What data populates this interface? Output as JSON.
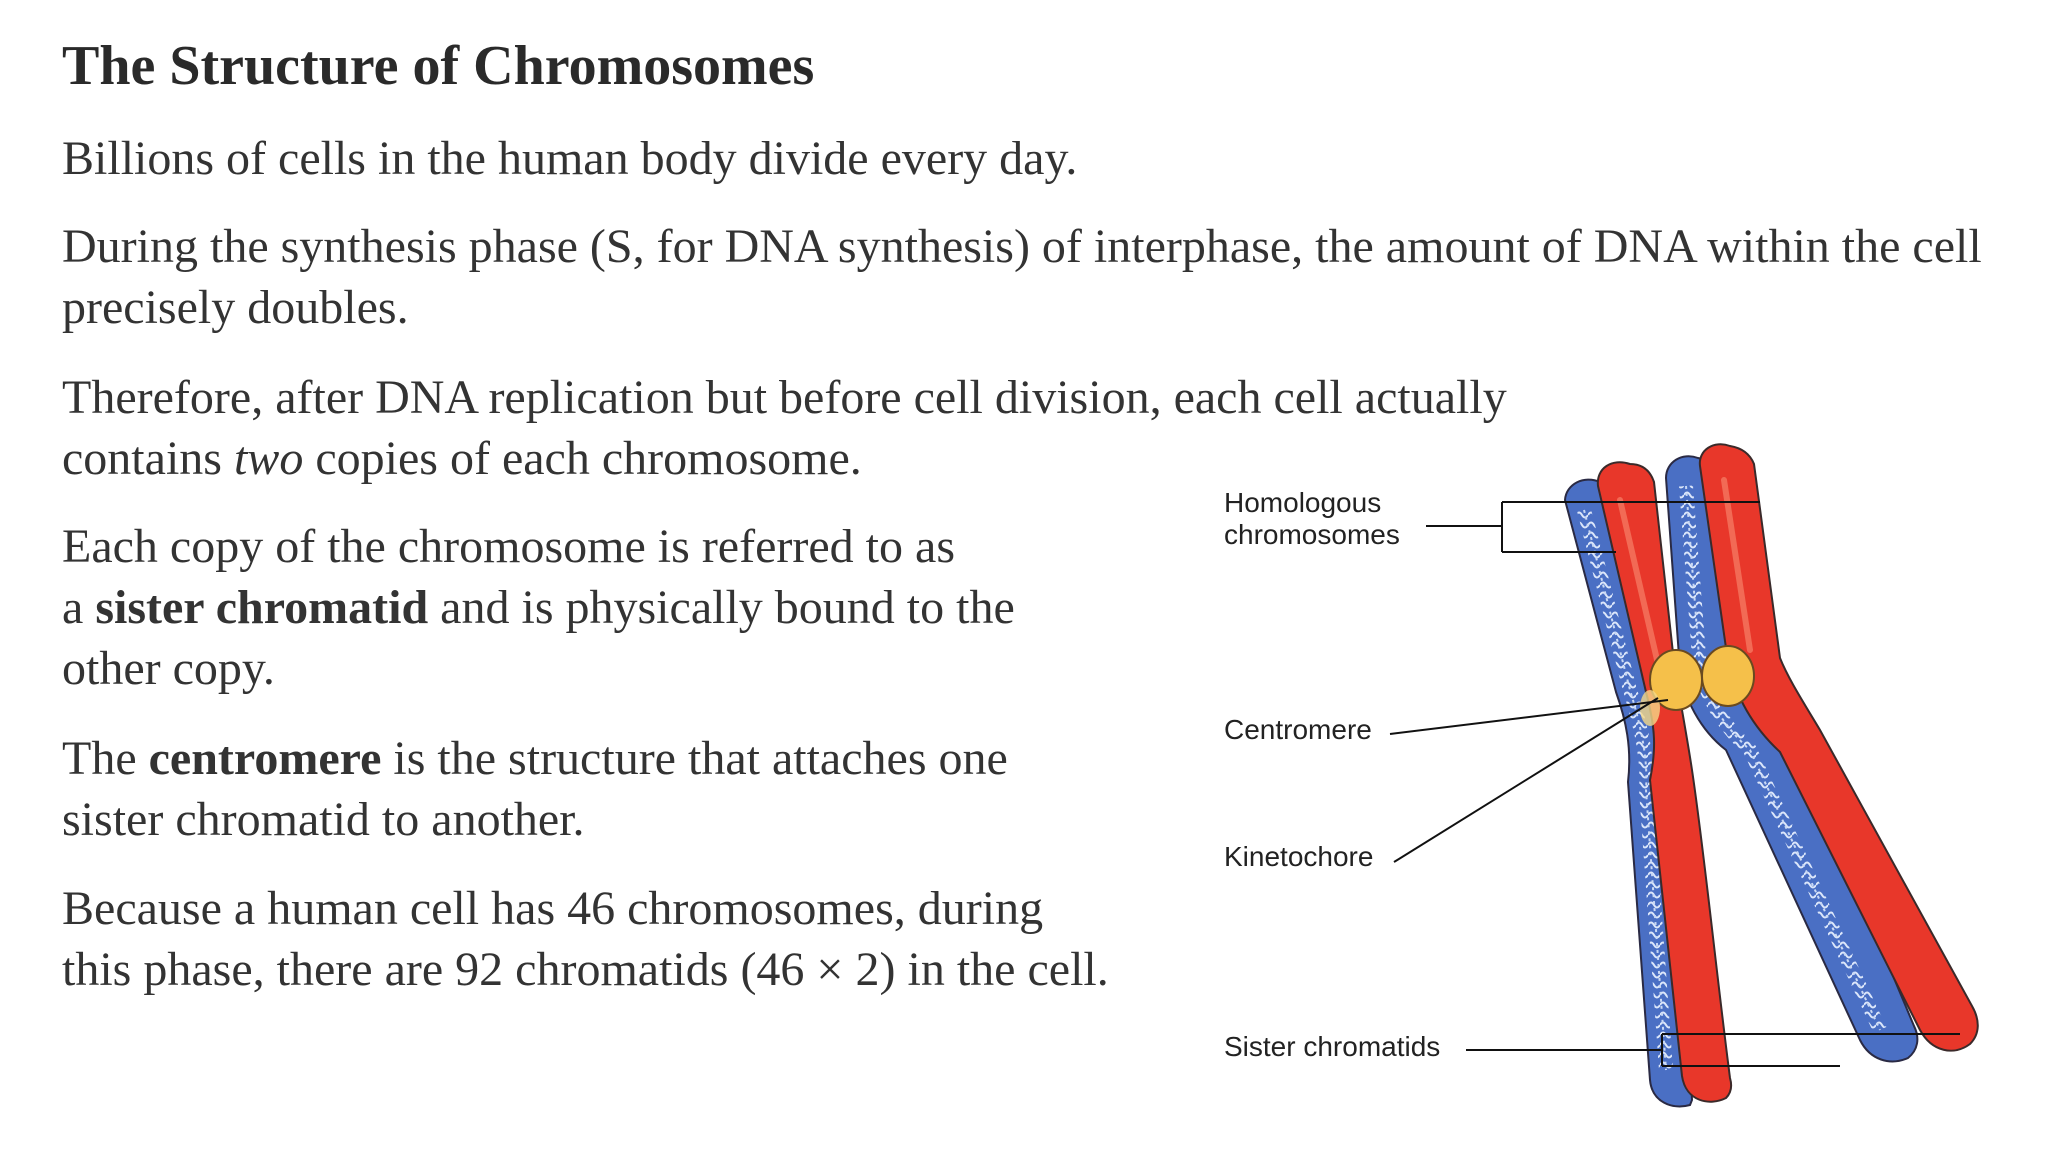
{
  "title": "The Structure of Chromosomes",
  "paragraphs": {
    "p1": "Billions of cells in the human body divide every day.",
    "p2": "During the synthesis phase (S, for DNA synthesis) of interphase, the amount of DNA within the cell precisely doubles.",
    "p3_a": "Therefore, after DNA replication but before cell division, each cell actually",
    "p3_b": "contains ",
    "p3_em": "two",
    "p3_c": " copies of each chromosome.",
    "p4_a": "Each copy of the chromosome is referred to as",
    "p4_b": "a ",
    "p4_strong": "sister chromatid",
    "p4_c": " and is physically bound to the",
    "p4_d": "other copy.",
    "p5_a": "The ",
    "p5_strong": "centromere",
    "p5_b": " is the structure that attaches one",
    "p5_c": "sister chromatid to another.",
    "p6_a": "Because a human cell has 46 chromosomes, during",
    "p6_b": "this phase, there are 92 chromatids (46 × 2) in the cell."
  },
  "diagram": {
    "labels": {
      "homologous_1": "Homologous",
      "homologous_2": "chromosomes",
      "centromere": "Centromere",
      "kinetochore": "Kinetochore",
      "sister_chromatids": "Sister chromatids"
    },
    "colors": {
      "blue_chromosome": "#4a6fc4",
      "blue_dna": "#c8d8f4",
      "red_chromosome": "#e8372a",
      "red_highlight": "#f26a55",
      "centromere": "#f5c04a",
      "outline": "#3a2a2a"
    }
  }
}
